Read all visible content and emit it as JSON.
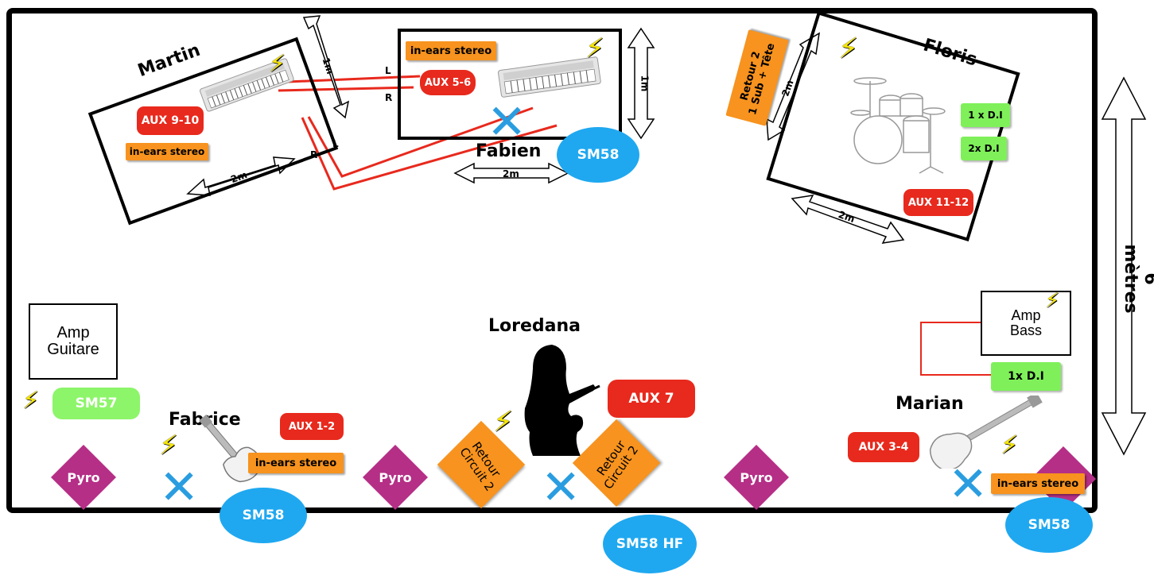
{
  "musicians": {
    "martin": "Martin",
    "fabien": "Fabien",
    "floris": "Floris",
    "loredana": "Loredana",
    "fabrice": "Fabrice",
    "marian": "Marian"
  },
  "labels": {
    "aux_9_10": "AUX 9-10",
    "aux_5_6": "AUX 5-6",
    "aux_11_12": "AUX 11-12",
    "aux_7": "AUX 7",
    "aux_1_2": "AUX 1-2",
    "aux_3_4": "AUX 3-4",
    "in_ears_stereo": "in-ears stereo",
    "di_1x": "1 x D.I",
    "di_2x": "2x D.I",
    "di_bass": "1x D.I",
    "sm57": "SM57",
    "sm58": "SM58",
    "sm58_hf": "SM58 HF",
    "pyro": "Pyro",
    "retour_circuit_2_line1": "Retour",
    "retour_circuit_2_line2": "Circuit 2",
    "retour_2_line1": "Retour 2",
    "retour_2_line2": "1 Sub + Tête",
    "amp_guitare_line1": "Amp",
    "amp_guitare_line2": "Guitare",
    "amp_bass_line1": "Amp",
    "amp_bass_line2": "Bass",
    "dim_1m": "1m",
    "dim_2m": "2m",
    "stage_depth": "6 mètres",
    "cable_l": "L",
    "cable_r": "R"
  },
  "colors": {
    "aux": "#e8291d",
    "in_ears": "#f7931e",
    "di": "#7ff05a",
    "mic": "#1fa8f0",
    "pyro": "#b52f86",
    "cable": "#e8291d"
  },
  "icons": [
    "keyboard-icon",
    "drum-kit-icon",
    "electric-guitar-icon",
    "bass-guitar-icon",
    "singer-silhouette-icon",
    "power-bolt-icon",
    "mic-position-x-icon",
    "double-arrow-icon"
  ]
}
